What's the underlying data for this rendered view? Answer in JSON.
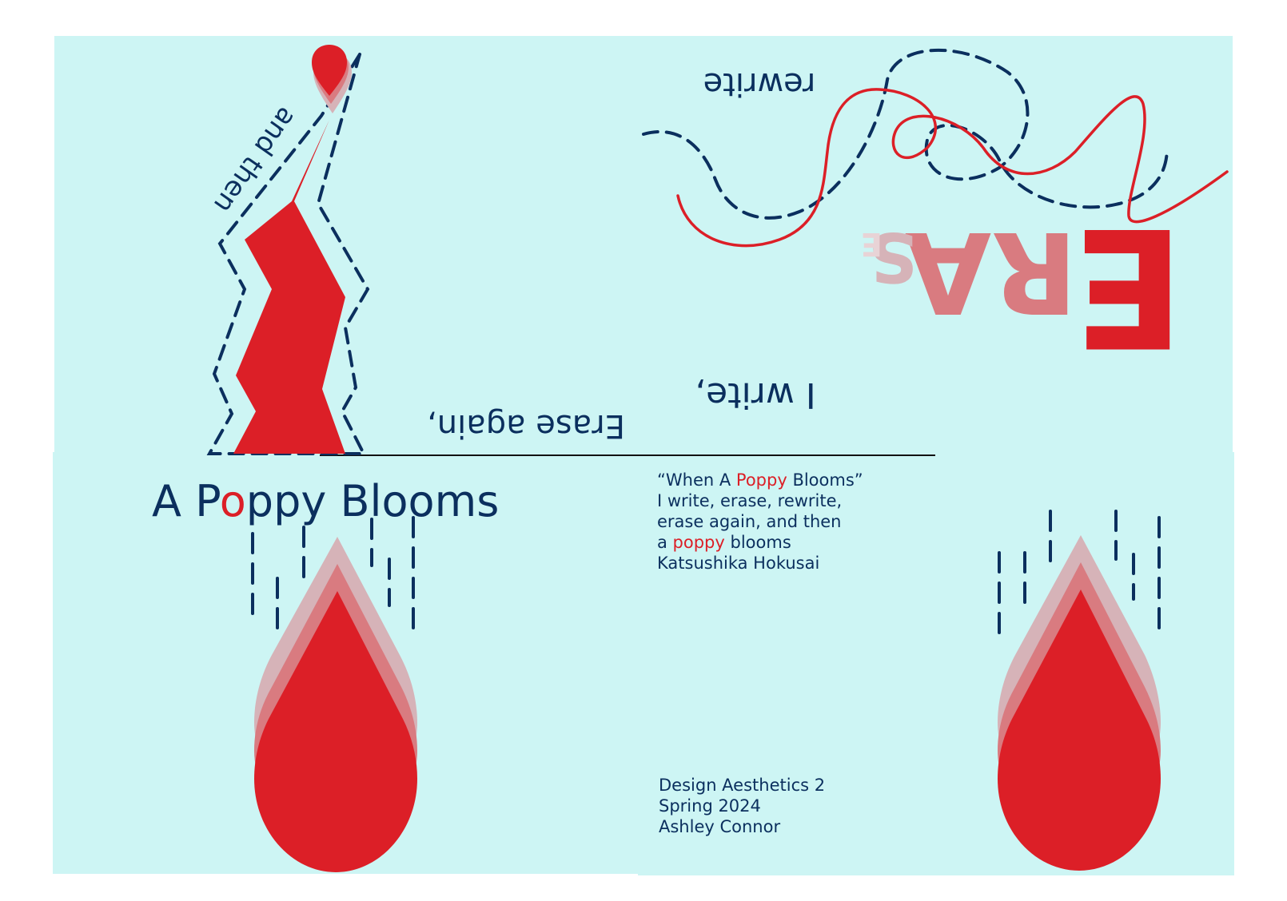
{
  "colors": {
    "background": "#cdf5f4",
    "navy": "#0b2f5e",
    "red": "#dc1f27",
    "pink_mid": "#d97b80",
    "pink_light": "#d6b3b8"
  },
  "top_panel": {
    "and_then": "and then",
    "rewrite": "rewrite",
    "erase_again": "Erase again,",
    "i_write": "I write,",
    "erase_big": "ERA",
    "erase_small_s": "S",
    "erase_small_e": "E"
  },
  "bottom_panel": {
    "title_a": "A P",
    "title_o": "o",
    "title_rest": "ppy Blooms",
    "poem": {
      "line1_pre": "“When A ",
      "line1_red": "Poppy",
      "line1_post": " Blooms”",
      "line2": "I write, erase, rewrite,",
      "line3": "erase again, and then",
      "line4_pre": "a ",
      "line4_red": "poppy",
      "line4_post": " blooms",
      "line5": "Katsushika Hokusai"
    },
    "credits": {
      "course": "Design Aesthetics 2",
      "term": "Spring 2024",
      "author": "Ashley Connor"
    }
  }
}
